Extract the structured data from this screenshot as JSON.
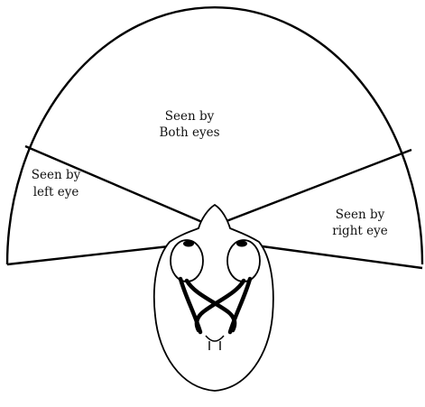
{
  "diagram": {
    "regions": {
      "both": {
        "line1": "Seen by",
        "line2": "Both eyes"
      },
      "left": {
        "line1": "Seen by",
        "line2": "left eye"
      },
      "right": {
        "line1": "Seen by",
        "line2": "right eye"
      }
    }
  }
}
